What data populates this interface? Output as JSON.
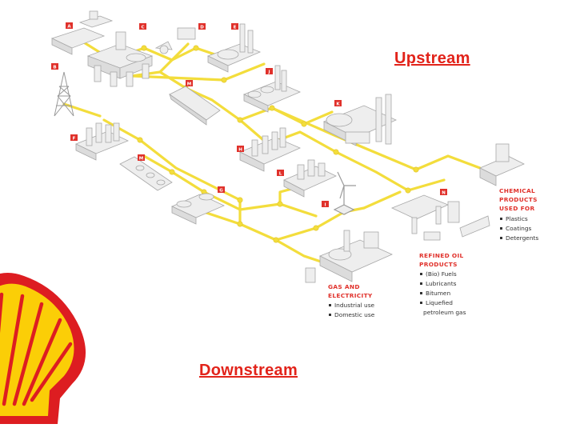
{
  "headings": {
    "upstream": "Upstream",
    "downstream": "Downstream"
  },
  "facility_tags": [
    "A",
    "B",
    "C",
    "D",
    "E",
    "M",
    "J",
    "K",
    "F",
    "M",
    "H",
    "L",
    "G",
    "I",
    "N"
  ],
  "chemical_products": {
    "title_lines": [
      "CHEMICAL",
      "PRODUCTS",
      "USED FOR"
    ],
    "items": [
      "Plastics",
      "Coatings",
      "Detergents"
    ]
  },
  "refined_oil_products": {
    "title_lines": [
      "REFINED OIL",
      "PRODUCTS"
    ],
    "items": [
      "(Bio) Fuels",
      "Lubricants",
      "Bitumen",
      "Liquefied",
      "petroleum gas"
    ]
  },
  "gas_and_electricity": {
    "title_lines": [
      "GAS AND",
      "ELECTRICITY"
    ],
    "items": [
      "Industrial use",
      "Domestic use"
    ]
  },
  "colors": {
    "pipeline": "#f3dd3c",
    "tag": "#e0312b",
    "brand_red": "#dd1d21",
    "brand_yellow": "#fbce07",
    "facility": "#eeeeee"
  },
  "logo": "shell-pecten-logo"
}
